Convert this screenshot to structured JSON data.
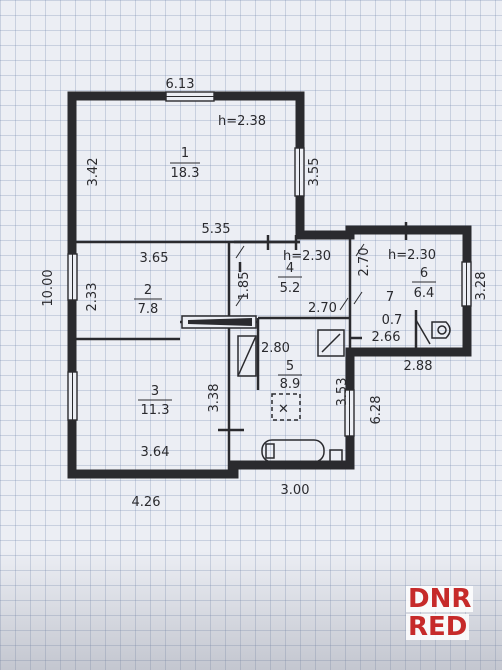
{
  "plan": {
    "rooms": [
      {
        "number": "1",
        "area": "18.3"
      },
      {
        "number": "2",
        "area": "7.8"
      },
      {
        "number": "3",
        "area": "11.3"
      },
      {
        "number": "4",
        "area": "5.2"
      },
      {
        "number": "5",
        "area": "8.9"
      },
      {
        "number": "6",
        "area": "6.4"
      },
      {
        "number": "7",
        "area": ""
      }
    ],
    "heights": [
      "h=2.38",
      "h=2.30",
      "h=2.30"
    ],
    "dimensions": {
      "top_width": "6.13",
      "total_height": "10.00",
      "room1_left": "3.42",
      "room1_right": "3.55",
      "room1_bottom": "5.35",
      "room2_top": "3.65",
      "room2_left": "2.33",
      "hall_vertical": "1.85",
      "room4_width": "2.70",
      "room5_top": "2.80",
      "room5_right": "3.53",
      "room3_right": "3.38",
      "room3_bottom": "3.64",
      "bottom_left": "4.26",
      "bottom_mid": "3.00",
      "right_height": "6.28",
      "room6_left": "2.70",
      "room6_right": "3.28",
      "room6_bottom": "2.88",
      "wc_small": "0.7",
      "wc_width": "2.66"
    }
  },
  "watermark": {
    "line1": "DNR",
    "line2": "RED"
  },
  "colors": {
    "ink": "#2a2a2e",
    "paper": "#eceef4",
    "watermark": "#c62a2a"
  }
}
